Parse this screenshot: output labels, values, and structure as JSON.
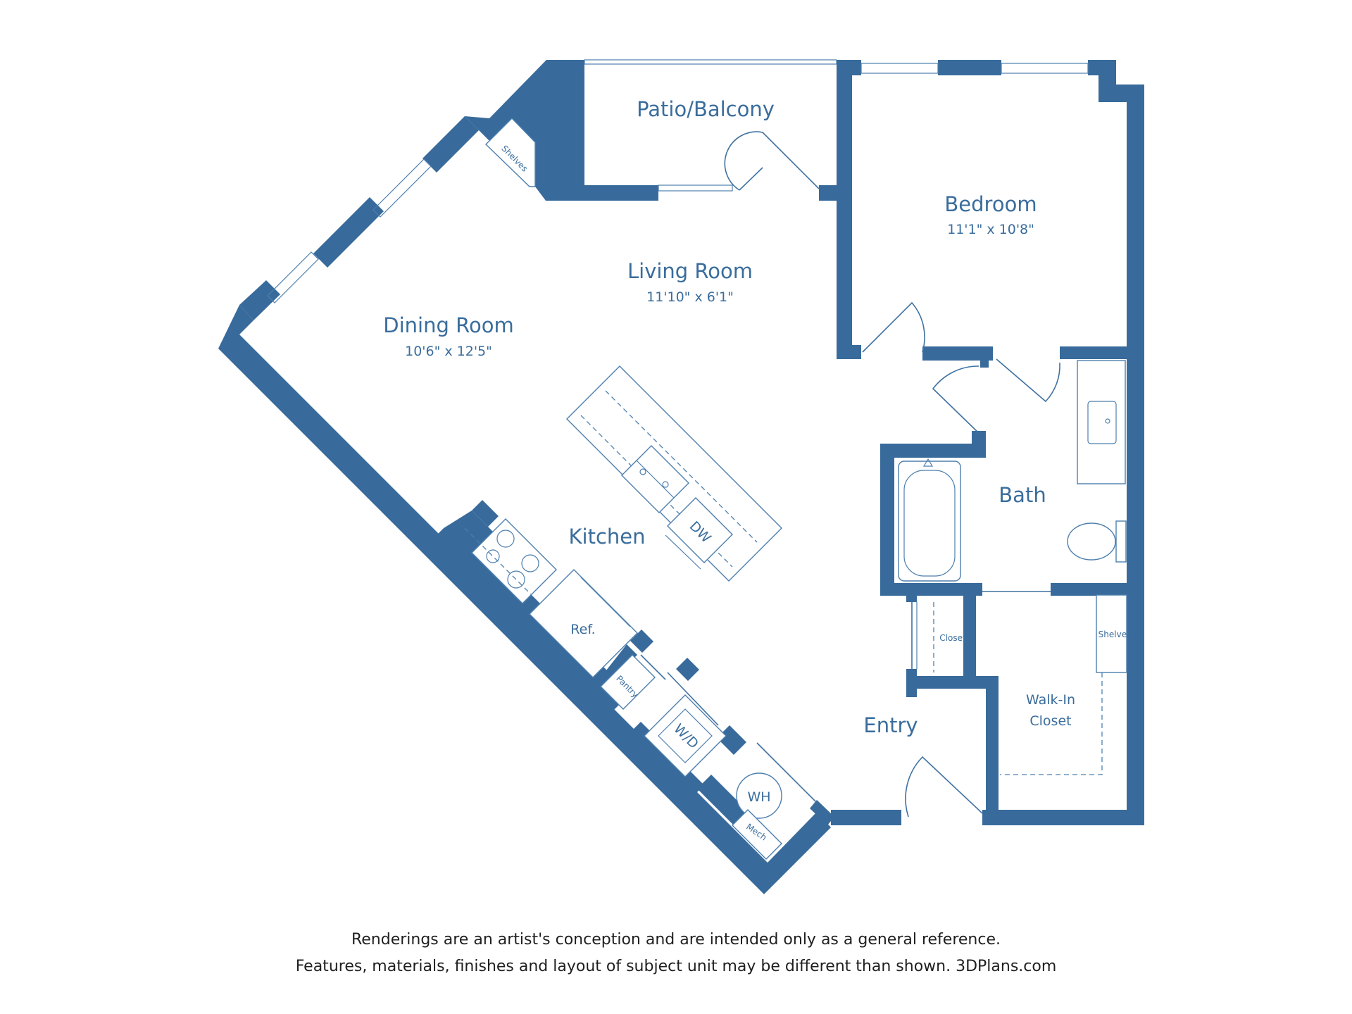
{
  "rooms": {
    "patio": {
      "label": "Patio/Balcony"
    },
    "bedroom": {
      "label": "Bedroom",
      "dims": "11'1\" x 10'8\""
    },
    "living": {
      "label": "Living Room",
      "dims": "11'10\" x 6'1\""
    },
    "dining": {
      "label": "Dining Room",
      "dims": "10'6\" x 12'5\""
    },
    "kitchen": {
      "label": "Kitchen"
    },
    "bath": {
      "label": "Bath"
    },
    "entry": {
      "label": "Entry"
    },
    "walkin_line1": {
      "label": "Walk-In"
    },
    "walkin_line2": {
      "label": "Closet"
    }
  },
  "fixtures": {
    "shelves_top": "Shelves",
    "shelves_right": "Shelves",
    "closet": "Closet",
    "dw": "DW",
    "ref": "Ref.",
    "pantry": "Pantry",
    "wd": "W/D",
    "wh": "WH",
    "mech": "Mech"
  },
  "colors": {
    "wall": "#386b9b",
    "text": "#3a6d9c"
  },
  "disclaimer": {
    "line1": "Renderings are an artist's conception and are intended only as a general reference.",
    "line2": "Features, materials, finishes and layout of subject unit may be different than shown. 3DPlans.com"
  }
}
